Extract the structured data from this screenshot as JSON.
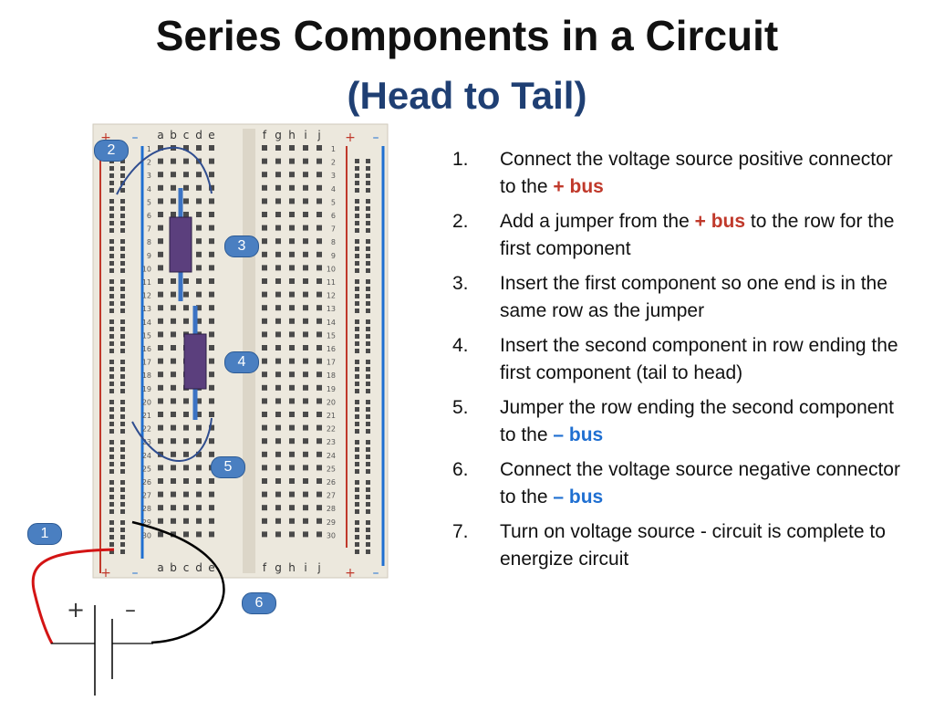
{
  "slide": {
    "title": "Series Components in a Circuit",
    "subtitle": "(Head to Tail)"
  },
  "breadboard": {
    "left_cols": [
      "a",
      "b",
      "c",
      "d",
      "e"
    ],
    "right_cols": [
      "f",
      "g",
      "h",
      "i",
      "j"
    ],
    "rows": 30,
    "plus_sign": "+",
    "minus_sign": "–"
  },
  "badges": [
    "1",
    "2",
    "3",
    "4",
    "5",
    "6"
  ],
  "battery": {
    "plus": "+",
    "minus": "–"
  },
  "steps": [
    {
      "num": "1.",
      "pre": "Connect the voltage source positive connector to the ",
      "hl": "+ bus",
      "hl_type": "plus",
      "post": ""
    },
    {
      "num": "2.",
      "pre": "Add a jumper from the ",
      "hl": "+ bus",
      "hl_type": "plus",
      "post": " to the row for the first component"
    },
    {
      "num": "3.",
      "pre": "Insert the first component so one end is in the same row as the jumper",
      "hl": "",
      "hl_type": "",
      "post": ""
    },
    {
      "num": "4.",
      "pre": "Insert the second component in row ending the first component (tail to head)",
      "hl": "",
      "hl_type": "",
      "post": ""
    },
    {
      "num": "5.",
      "pre": "Jumper the row ending the second component to the ",
      "hl": "– bus",
      "hl_type": "minus",
      "post": ""
    },
    {
      "num": "6.",
      "pre": "Connect the voltage source negative connector to the ",
      "hl": "– bus",
      "hl_type": "minus",
      "post": ""
    },
    {
      "num": "7.",
      "pre": "Turn on voltage source - circuit is complete to energize circuit",
      "hl": "",
      "hl_type": "",
      "post": ""
    }
  ],
  "colors": {
    "title": "#111111",
    "subtitle": "#1f3f73",
    "plus_bus": "#c0392b",
    "minus_bus": "#1f6fd1",
    "board": "#ece8dd",
    "hole": "#4a4a4a",
    "resistor": "#5b3f7d",
    "lead": "#3b73c4",
    "jumper_blue": "#2f4d8f",
    "jumper_red": "#d31414",
    "jumper_black": "#000000",
    "badge": "#4a7fc1"
  }
}
